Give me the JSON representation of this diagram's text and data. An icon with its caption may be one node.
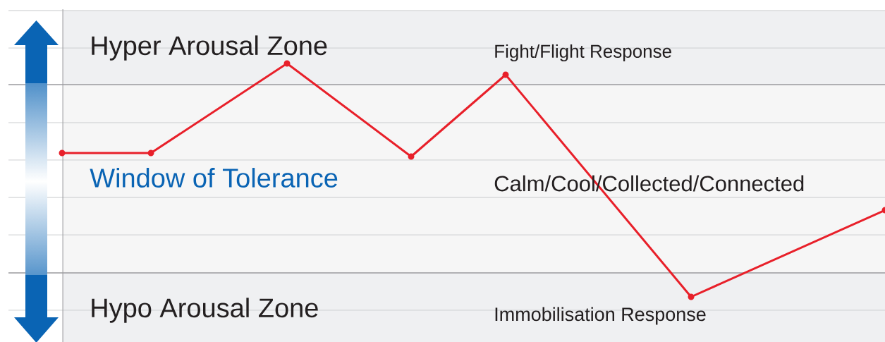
{
  "diagram": {
    "nodes": [
      {
        "text": [
          "Hyper Arousal Zone",
          "Fight/Flight Response"
        ]
      },
      {
        "text": [
          "Window of Tolerance",
          "Calm/Cool/Collected/Connected"
        ]
      },
      {
        "text": [
          "Hypo Arousal Zone",
          "Immobilisation Response"
        ]
      }
    ]
  }
}
